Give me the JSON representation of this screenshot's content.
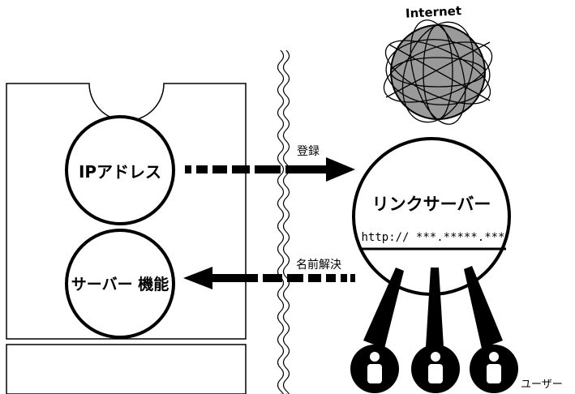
{
  "internet": {
    "label": "Internet"
  },
  "server": {
    "ip_label": "IPアドレス",
    "function_label": "サーバー 機能"
  },
  "link_server": {
    "title": "リンクサーバー",
    "url": "http:// ***.*****.***"
  },
  "arrows": {
    "register": "登録",
    "resolve": "名前解決"
  },
  "users": {
    "label": "ユーザー",
    "count": 3
  },
  "colors": {
    "ink": "#000000",
    "globe_fill": "#9a9a9a",
    "background": "#ffffff"
  }
}
